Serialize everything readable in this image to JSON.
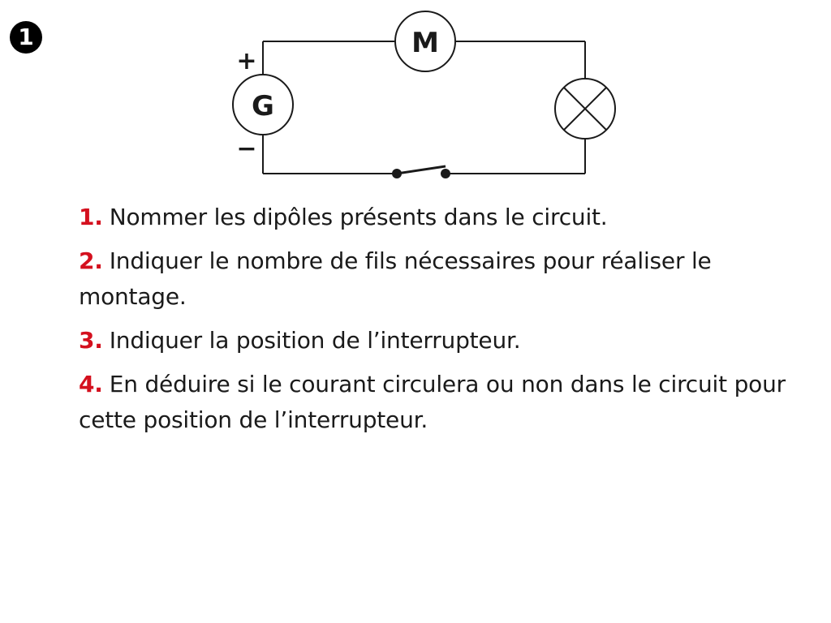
{
  "exercise": {
    "badge": "1"
  },
  "circuit": {
    "generator_label": "G",
    "motor_label": "M",
    "plus_sign": "+",
    "minus_sign": "−",
    "switch_state": "open"
  },
  "questions": [
    {
      "number": "1.",
      "text": "Nommer les dipôles présents dans le circuit."
    },
    {
      "number": "2.",
      "text": "Indiquer le nombre de fils nécessaires pour réaliser le montage."
    },
    {
      "number": "3.",
      "text": "Indiquer la position de l’interrupteur."
    },
    {
      "number": "4.",
      "text": "En déduire si le courant circulera ou non dans le circuit pour cette position de l’interrupteur."
    }
  ],
  "colors": {
    "question_number": "#d4101e",
    "text": "#1a1a1a",
    "badge_bg": "#000000"
  }
}
